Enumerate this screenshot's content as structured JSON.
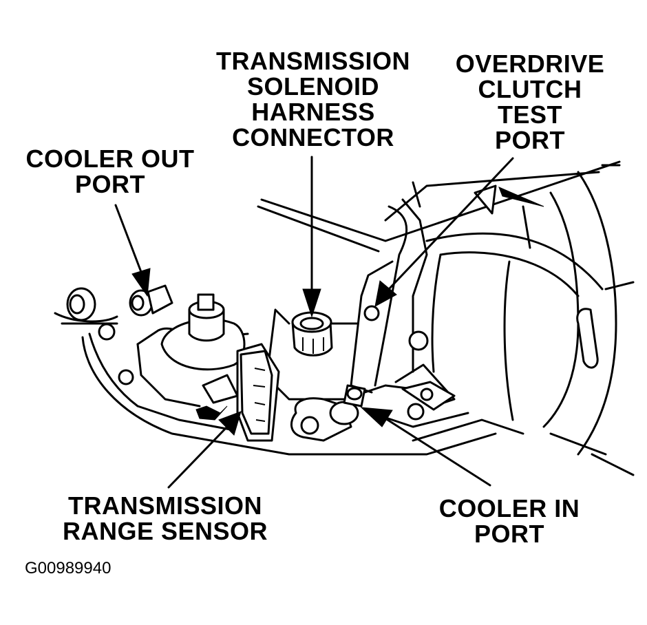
{
  "labels": {
    "solenoid_harness_connector": [
      "TRANSMISSION",
      "SOLENOID",
      "HARNESS",
      "CONNECTOR"
    ],
    "overdrive_clutch_test_port": [
      "OVERDRIVE",
      "CLUTCH",
      "TEST",
      "PORT"
    ],
    "cooler_out_port": [
      "COOLER OUT",
      "PORT"
    ],
    "transmission_range_sensor": [
      "TRANSMISSION",
      "RANGE SENSOR"
    ],
    "cooler_in_port": [
      "COOLER IN",
      "PORT"
    ]
  },
  "figure_code": "G00989940",
  "colors": {
    "ink": "#000000",
    "background": "#ffffff"
  }
}
